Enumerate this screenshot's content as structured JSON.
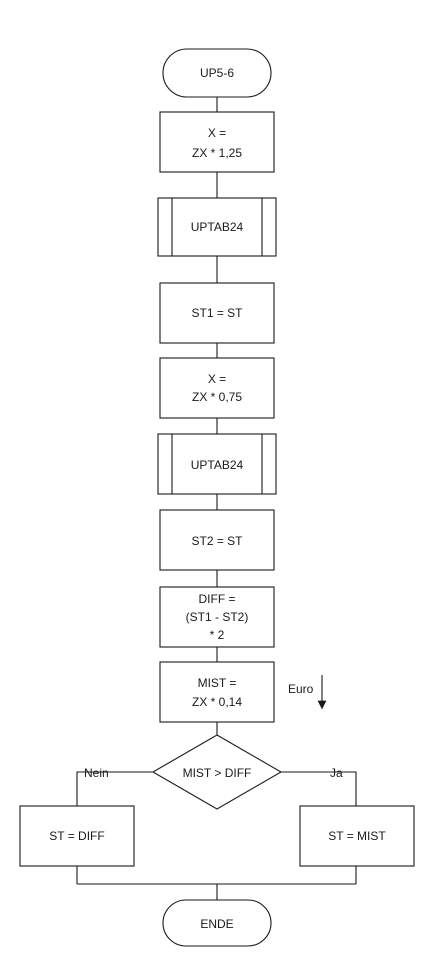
{
  "flowchart": {
    "start": "UP5-6",
    "steps": [
      {
        "lines": [
          "X =",
          "ZX * 1,25"
        ]
      },
      {
        "lines": [
          "UPTAB24"
        ]
      },
      {
        "lines": [
          "ST1 = ST"
        ]
      },
      {
        "lines": [
          "X =",
          "ZX * 0,75"
        ]
      },
      {
        "lines": [
          "UPTAB24"
        ]
      },
      {
        "lines": [
          "ST2 = ST"
        ]
      },
      {
        "lines": [
          "DIFF =",
          "(ST1 - ST2)",
          "* 2"
        ]
      },
      {
        "lines": [
          "MIST =",
          "ZX * 0,14"
        ]
      }
    ],
    "annotation": "Euro",
    "decision": "MIST > DIFF",
    "branch_no_label": "Nein",
    "branch_yes_label": "Ja",
    "no_action": "ST = DIFF",
    "yes_action": "ST = MIST",
    "end": "ENDE"
  }
}
